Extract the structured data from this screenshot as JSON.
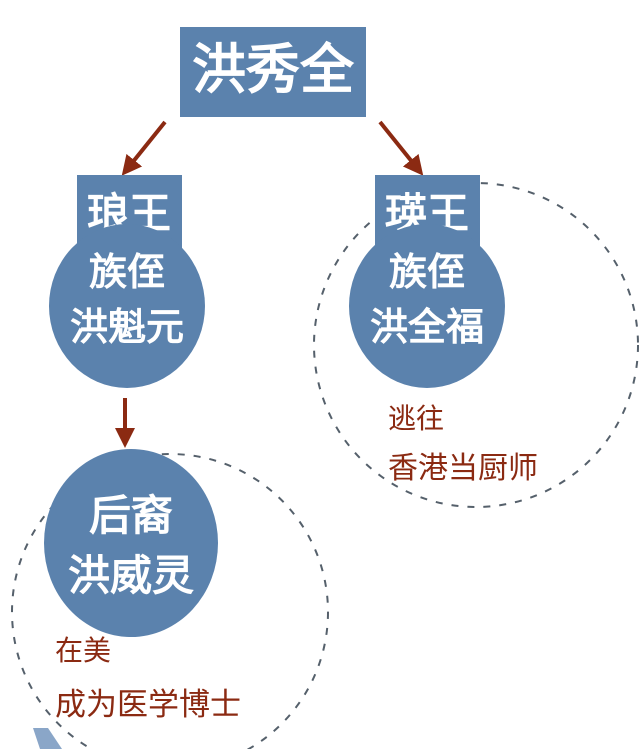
{
  "root": {
    "label": "洪秀全"
  },
  "branches": [
    {
      "title": "琅王",
      "person_line1": "族侄",
      "person_line2": "洪魁元"
    },
    {
      "title": "瑛王",
      "person_line1": "族侄",
      "person_line2": "洪全福",
      "note_line1": "逃往",
      "note_line2": "香港当厨师"
    }
  ],
  "descendant": {
    "line1": "后裔",
    "line2": "洪威灵",
    "note_line1": "在美",
    "note_line2": "成为医学博士"
  },
  "colors": {
    "node": "#5b82ad",
    "arrow": "#8b2a12",
    "note": "#8b2a12",
    "dash": "#55606b"
  }
}
